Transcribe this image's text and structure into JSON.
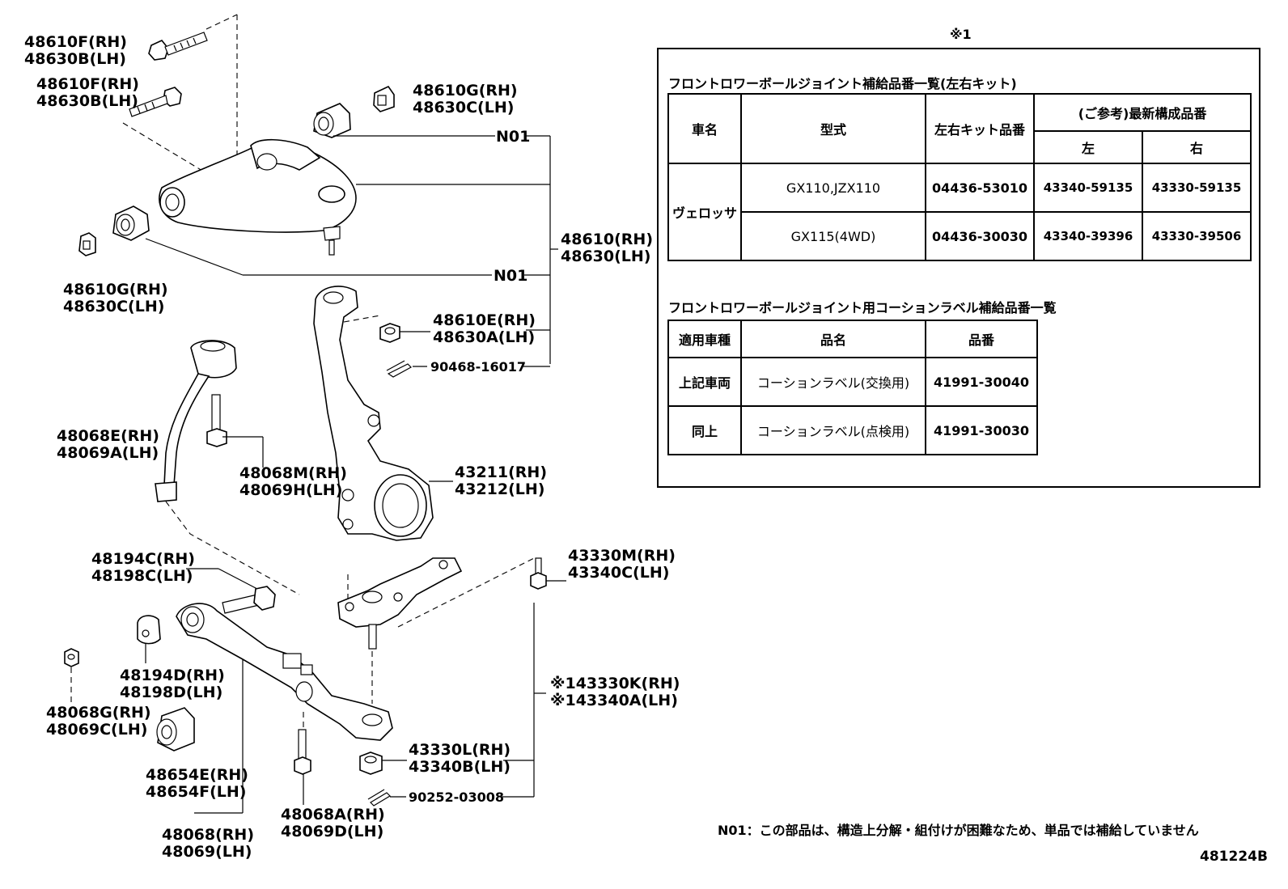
{
  "labels": {
    "upper_bolt_a": [
      "48610F(RH)",
      "48630B(LH)"
    ],
    "upper_bolt_b": [
      "48610F(RH)",
      "48630B(LH)"
    ],
    "upper_bushing_top": [
      "48610G(RH)",
      "48630C(LH)"
    ],
    "n01_top": "N01",
    "upper_arm": [
      "48610(RH)",
      "48630(LH)"
    ],
    "upper_bushing_left": [
      "48610G(RH)",
      "48630C(LH)"
    ],
    "n01_mid": "N01",
    "upper_nut": [
      "48610E(RH)",
      "48630A(LH)"
    ],
    "upper_pin": "90468-16017",
    "strut_bar": [
      "48068E(RH)",
      "48069A(LH)"
    ],
    "strut_bolt": [
      "48068M(RH)",
      "48069H(LH)"
    ],
    "knuckle": [
      "43211(RH)",
      "43212(LH)"
    ],
    "lower_bolt": [
      "48194C(RH)",
      "48198C(LH)"
    ],
    "ball_joint_bolt": [
      "43330M(RH)",
      "43340C(LH)"
    ],
    "lower_cam": [
      "48194D(RH)",
      "48198D(LH)"
    ],
    "lower_nut_small": [
      "48068G(RH)",
      "48069C(LH)"
    ],
    "ball_joint": [
      "※143330K(RH)",
      "※143340A(LH)"
    ],
    "lower_bushing": [
      "48654E(RH)",
      "48654F(LH)"
    ],
    "ball_joint_nut": [
      "43330L(RH)",
      "43340B(LH)"
    ],
    "lower_pin": "90252-03008",
    "lower_arm": [
      "48068(RH)",
      "48069(LH)"
    ],
    "lower_bolt_bottom": [
      "48068A(RH)",
      "48069D(LH)"
    ]
  },
  "panel": {
    "mark": "※1",
    "table1": {
      "title": "フロントロワーボールジョイント補給品番一覧(左右キット)",
      "head_vehicle": "車名",
      "head_model": "型式",
      "head_kit": "左右キット品番",
      "head_ref": "(ご参考)最新構成品番",
      "head_left": "左",
      "head_right": "右",
      "vehicle": "ヴェロッサ",
      "rows": [
        {
          "model": "GX110,JZX110",
          "kit": "04436-53010",
          "left": "43340-59135",
          "right": "43330-59135"
        },
        {
          "model": "GX115(4WD)",
          "kit": "04436-30030",
          "left": "43340-39396",
          "right": "43330-39506"
        }
      ]
    },
    "table2": {
      "title": "フロントロワーボールジョイント用コーションラベル補給品番一覧",
      "head_vehicle": "適用車種",
      "head_name": "品名",
      "head_part": "品番",
      "rows": [
        {
          "vehicle": "上記車両",
          "name": "コーションラベル(交換用)",
          "part": "41991-30040"
        },
        {
          "vehicle": "同上",
          "name": "コーションラベル(点検用)",
          "part": "41991-30030"
        }
      ]
    }
  },
  "note": "N01：この部品は、構造上分解・組付けが困難なため、単品では補給していません",
  "diagram_code": "481224B"
}
